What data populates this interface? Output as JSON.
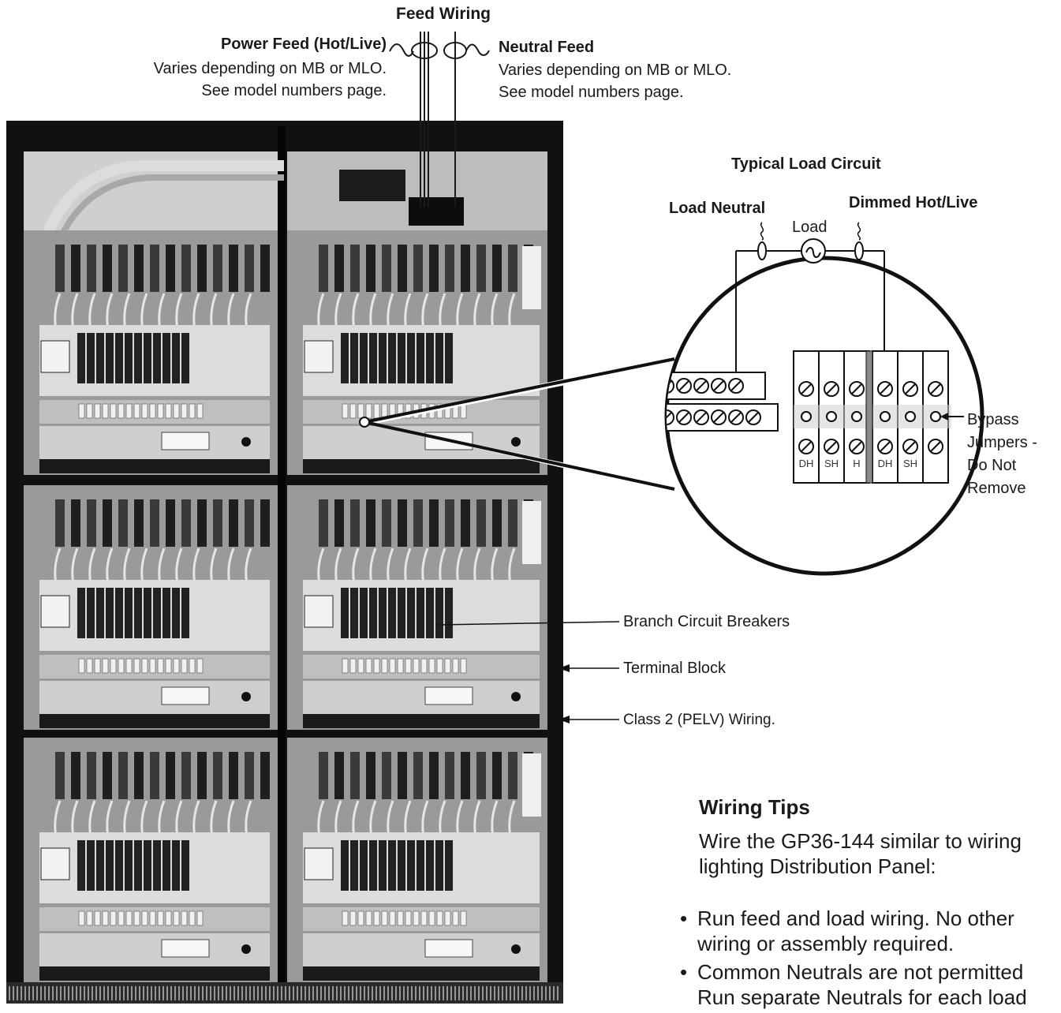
{
  "feed": {
    "title": "Feed Wiring",
    "power_title": "Power Feed (Hot/Live)",
    "power_line1": "Varies depending on MB or MLO.",
    "power_line2": "See model numbers page.",
    "neutral_title": "Neutral Feed",
    "neutral_line1": "Varies depending on MB or MLO.",
    "neutral_line2": "See model numbers page."
  },
  "load_circuit": {
    "title": "Typical Load Circuit",
    "load_neutral": "Load Neutral",
    "dimmed_hot": "Dimmed Hot/Live",
    "load": "Load"
  },
  "detail": {
    "terminal_labels": [
      "DH",
      "SH",
      "H",
      "DH",
      "SH"
    ],
    "bypass_line1": "Bypass",
    "bypass_line2": "Jumpers -",
    "bypass_line3": "Do Not",
    "bypass_line4": "Remove"
  },
  "callouts": {
    "breakers": "Branch Circuit Breakers",
    "terminal_block": "Terminal Block",
    "class2": "Class 2 (PELV) Wiring."
  },
  "tips": {
    "title": "Wiring Tips",
    "intro_line1": "Wire the GP36-144 similar to wiring",
    "intro_line2": "lighting Distribution Panel:",
    "bullets": [
      [
        "Run feed and load wiring. No other",
        "wiring or assembly required."
      ],
      [
        "Common Neutrals are not permitted",
        "Run separate Neutrals for each load"
      ]
    ]
  },
  "colors": {
    "panel_dark": "#141414",
    "panel_mid": "#6f6f6f",
    "panel_light": "#d6d6d6",
    "ink": "#1a1a1a"
  }
}
